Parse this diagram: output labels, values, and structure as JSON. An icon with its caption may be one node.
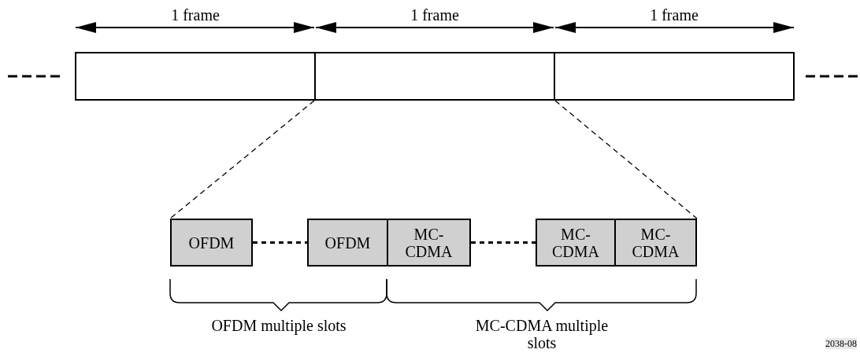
{
  "diagram": {
    "nodes": [
      {
        "text": [],
        "shape": "box"
      },
      {
        "text": [],
        "shape": "box"
      },
      {
        "text": [],
        "shape": "box"
      },
      {
        "text": [
          "OFDM"
        ]
      },
      {
        "text": [
          "OFDM"
        ]
      },
      {
        "text": [
          "MC- CDMA"
        ]
      },
      {
        "text": [
          "MC- CDMA"
        ]
      },
      {
        "text": [
          "MC- CDMA"
        ]
      }
    ],
    "edges": [
      {
        "from": 1,
        "to": 3,
        "arrow": "none",
        "style": "dashed"
      },
      {
        "from": 1,
        "to": 7,
        "arrow": "none",
        "style": "dashed"
      },
      {
        "from": 3,
        "to": 4,
        "arrow": "none",
        "style": "dashed"
      },
      {
        "from": 5,
        "to": 6,
        "arrow": "none",
        "style": "dashed"
      }
    ],
    "labels": [
      "1 frame",
      "1 frame",
      "1 frame",
      "OFDM multiple slots",
      "MC-CDMA multiple slots",
      "2038-08"
    ]
  }
}
